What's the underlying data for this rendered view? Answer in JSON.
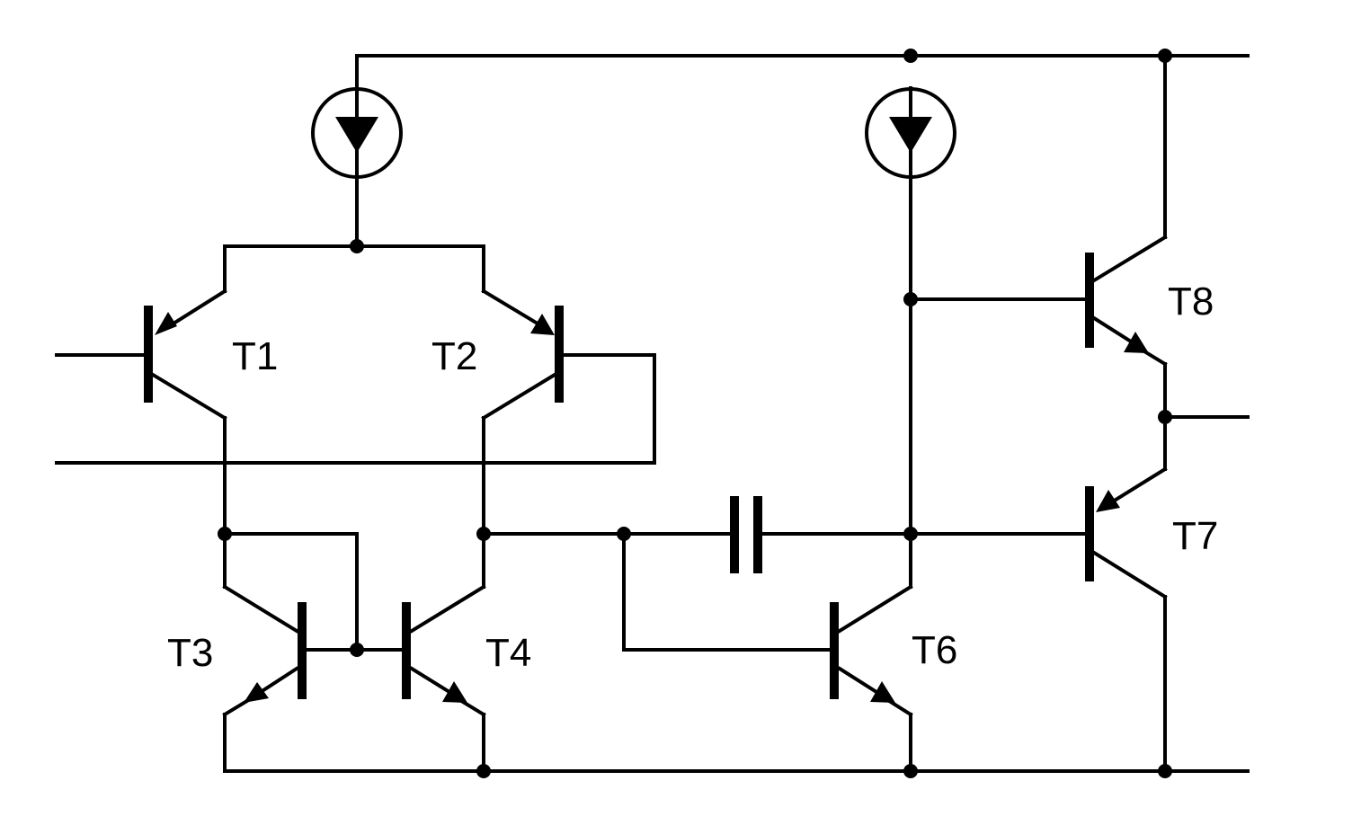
{
  "diagram": {
    "labels": {
      "t1": "T1",
      "t2": "T2",
      "t3": "T3",
      "t4": "T4",
      "t6": "T6",
      "t7": "T7",
      "t8": "T8"
    },
    "colors": {
      "ink": "#000000",
      "background": "#ffffff"
    }
  }
}
